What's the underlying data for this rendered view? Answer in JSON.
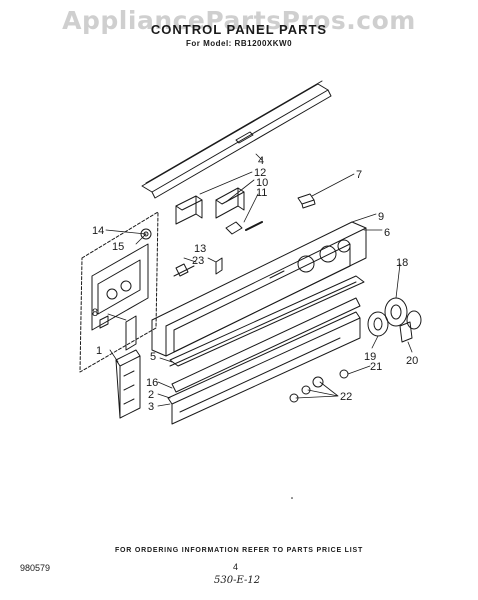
{
  "header": {
    "watermark": "AppliancePartsPros.com",
    "title": "CONTROL PANEL PARTS",
    "model": "For Model: RB1200XKW0"
  },
  "callouts": [
    "1",
    "2",
    "3",
    "4",
    "5",
    "6",
    "7",
    "8",
    "9",
    "10",
    "11",
    "12",
    "13",
    "14",
    "15",
    "16",
    "18",
    "19",
    "20",
    "21",
    "22",
    "23"
  ],
  "footer": {
    "note": "FOR ORDERING INFORMATION REFER TO PARTS PRICE LIST",
    "drawing_number": "980579",
    "page_number": "4",
    "handwritten": "530-E-12"
  }
}
